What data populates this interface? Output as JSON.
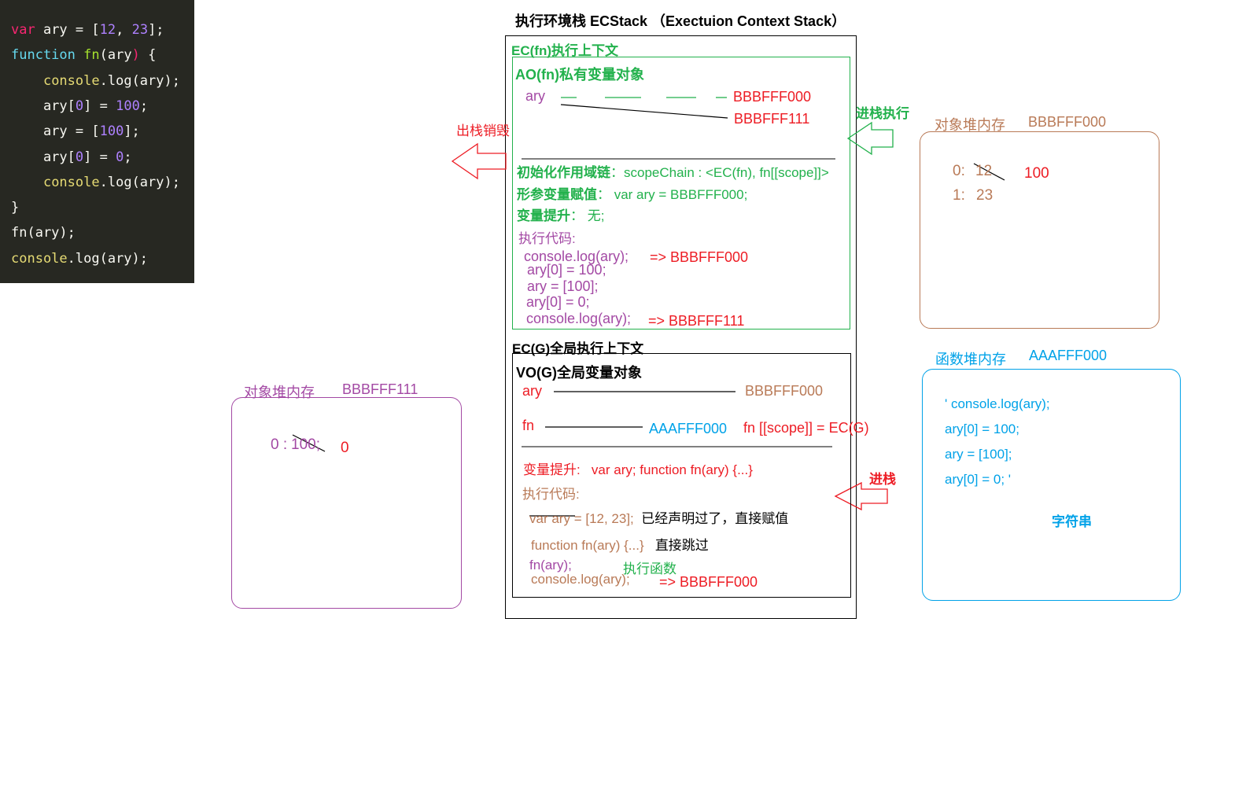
{
  "code": {
    "lines": [
      [
        [
          "kw",
          "var"
        ],
        [
          "p",
          " ary = ["
        ],
        [
          "num",
          "12"
        ],
        [
          "p",
          ", "
        ],
        [
          "num",
          "23"
        ],
        [
          "p",
          "];"
        ]
      ],
      [
        [
          "fnk",
          "function"
        ],
        [
          "p",
          " "
        ],
        [
          "fnn",
          "fn"
        ],
        [
          "p",
          "("
        ],
        [
          "p",
          "ary"
        ],
        [
          "kw",
          ")"
        ],
        [
          "p",
          " {"
        ]
      ],
      [
        [
          "p",
          "    "
        ],
        [
          "cons",
          "console"
        ],
        [
          "p",
          "."
        ],
        [
          "p",
          "log(ary);"
        ]
      ],
      [
        [
          "p",
          "    ary["
        ],
        [
          "num",
          "0"
        ],
        [
          "p",
          "] = "
        ],
        [
          "num",
          "100"
        ],
        [
          "p",
          ";"
        ]
      ],
      [
        [
          "p",
          "    ary = ["
        ],
        [
          "num",
          "100"
        ],
        [
          "p",
          "];"
        ]
      ],
      [
        [
          "p",
          "    ary["
        ],
        [
          "num",
          "0"
        ],
        [
          "p",
          "] = "
        ],
        [
          "num",
          "0"
        ],
        [
          "p",
          ";"
        ]
      ],
      [
        [
          "p",
          "    "
        ],
        [
          "cons",
          "console"
        ],
        [
          "p",
          "."
        ],
        [
          "p",
          "log(ary);"
        ]
      ],
      [
        [
          "p",
          "}"
        ]
      ],
      [
        [
          "p",
          "fn(ary);"
        ]
      ],
      [
        [
          "cons",
          "console"
        ],
        [
          "p",
          ".log(ary);"
        ]
      ]
    ]
  },
  "ecstack": {
    "title": "执行环境栈 ECStack （Exectuion Context  Stack）",
    "ec_fn": {
      "title": "EC(fn)执行上下文",
      "ao_title": "AO(fn)私有变量对象",
      "ary_label": "ary",
      "addr_old": "BBBFFF000",
      "addr_new": "BBBFFF111",
      "scope_label": "初始化作用域链",
      "scope_value": "：scopeChain : <EC(fn), fn[[scope]]>",
      "param_label": "形参变量赋值",
      "param_value": "：  var   ary = BBBFFF000;",
      "hoist_label": "变量提升",
      "hoist_value": "：  无;",
      "exec_label": "执行代码:",
      "exec_lines": [
        "console.log(ary);",
        "ary[0] = 100;",
        "ary = [100];",
        "ary[0] = 0;",
        "console.log(ary);"
      ],
      "out1": "=> BBBFFF000",
      "out2": "=> BBBFFF111"
    },
    "ec_g": {
      "title": "EC(G)全局执行上下文",
      "vo_title": "VO(G)全局变量对象",
      "ary_label": "ary",
      "ary_addr": "BBBFFF000",
      "fn_label": "fn",
      "fn_addr": "AAAFFF000",
      "fn_scope": "fn [[scope]] = EC(G)",
      "hoist_label": "变量提升:",
      "hoist_value": "var  ary;  function fn(ary) {...}",
      "exec_label": "执行代码:",
      "line1_strike": "var ary",
      "line1_rest": " = [12, 23];",
      "line1_note": "已经声明过了，直接赋值",
      "line2": "function  fn(ary) {...}",
      "line2_note": "直接跳过",
      "line3": "fn(ary);",
      "line3_note": "执行函数",
      "line4": "console.log(ary);",
      "line4_out": "=> BBBFFF000"
    }
  },
  "arrows": {
    "pop": "出栈销毁",
    "push_exec": "进栈执行",
    "push": "进栈"
  },
  "heap_obj_1": {
    "label": "对象堆内存",
    "addr": "BBBFFF000",
    "k0": "0:",
    "v0_old": "12",
    "v0_new": "100",
    "k1": "1:",
    "v1": "23"
  },
  "heap_fn": {
    "label": "函数堆内存",
    "addr": "AAAFFF000",
    "lines": [
      "' console.log(ary);",
      "ary[0] = 100;",
      "ary = [100];",
      "ary[0] = 0; '"
    ],
    "note": "字符串"
  },
  "heap_obj_2": {
    "label": "对象堆内存",
    "addr": "BBBFFF111",
    "k0": "0 :",
    "v0_old": "100;",
    "v0_new": "0"
  },
  "colors": {
    "code_bg": "#272822",
    "green": "#22b14c",
    "purple": "#a349a4",
    "red": "#ed1c24",
    "brown": "#b97a57",
    "blue": "#00a2e8"
  }
}
